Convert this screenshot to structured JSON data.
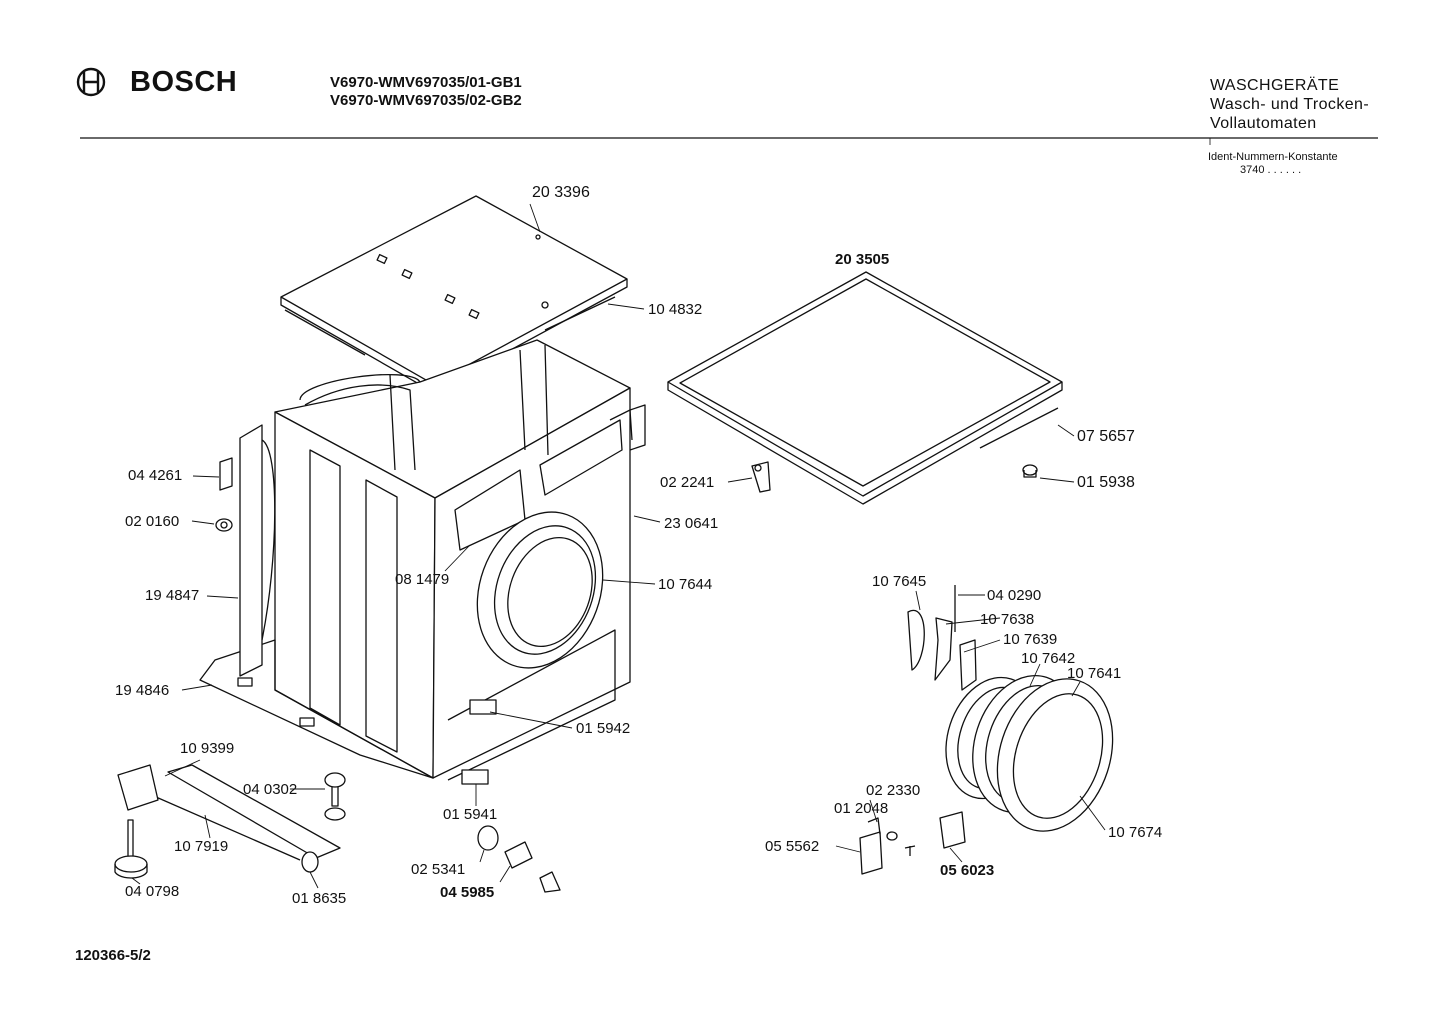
{
  "header": {
    "brand": "BOSCH",
    "logo_icon": "bosch-armature-logo-icon",
    "model_lines": [
      "V6970-WMV697035/01-GB1",
      "V6970-WMV697035/02-GB2"
    ],
    "category_lines": [
      "WASCHGERÄTE",
      "Wasch- und Trocken-",
      "Vollautomaten"
    ],
    "ident_label": "Ident-Nummern-Konstante",
    "ident_number": "3740  . .   . . . ."
  },
  "footer": {
    "document_number": "120366-5/2"
  },
  "parts": [
    {
      "number": "20 3396",
      "bold": false
    },
    {
      "number": "10 4832",
      "bold": false
    },
    {
      "number": "20 3505",
      "bold": true
    },
    {
      "number": "07 5657",
      "bold": false
    },
    {
      "number": "01 5938",
      "bold": false
    },
    {
      "number": "04 4261",
      "bold": false
    },
    {
      "number": "02 0160",
      "bold": false
    },
    {
      "number": "02 2241",
      "bold": false
    },
    {
      "number": "23 0641",
      "bold": false
    },
    {
      "number": "08 1479",
      "bold": false
    },
    {
      "number": "10 7644",
      "bold": false
    },
    {
      "number": "19 4847",
      "bold": false
    },
    {
      "number": "19 4846",
      "bold": false
    },
    {
      "number": "10 7645",
      "bold": false
    },
    {
      "number": "04 0290",
      "bold": false
    },
    {
      "number": "10 7638",
      "bold": false
    },
    {
      "number": "10 7639",
      "bold": false
    },
    {
      "number": "10 7642",
      "bold": false
    },
    {
      "number": "10 7641",
      "bold": false
    },
    {
      "number": "01 5942",
      "bold": false
    },
    {
      "number": "10 9399",
      "bold": false
    },
    {
      "number": "04 0302",
      "bold": false
    },
    {
      "number": "01 5941",
      "bold": false
    },
    {
      "number": "10 7919",
      "bold": false
    },
    {
      "number": "02 5341",
      "bold": false
    },
    {
      "number": "04 5985",
      "bold": true
    },
    {
      "number": "04 0798",
      "bold": false
    },
    {
      "number": "01 8635",
      "bold": false
    },
    {
      "number": "02 2330",
      "bold": false
    },
    {
      "number": "01 2048",
      "bold": false
    },
    {
      "number": "05 5562",
      "bold": false
    },
    {
      "number": "05 6023",
      "bold": true
    },
    {
      "number": "10 7674",
      "bold": false
    }
  ]
}
